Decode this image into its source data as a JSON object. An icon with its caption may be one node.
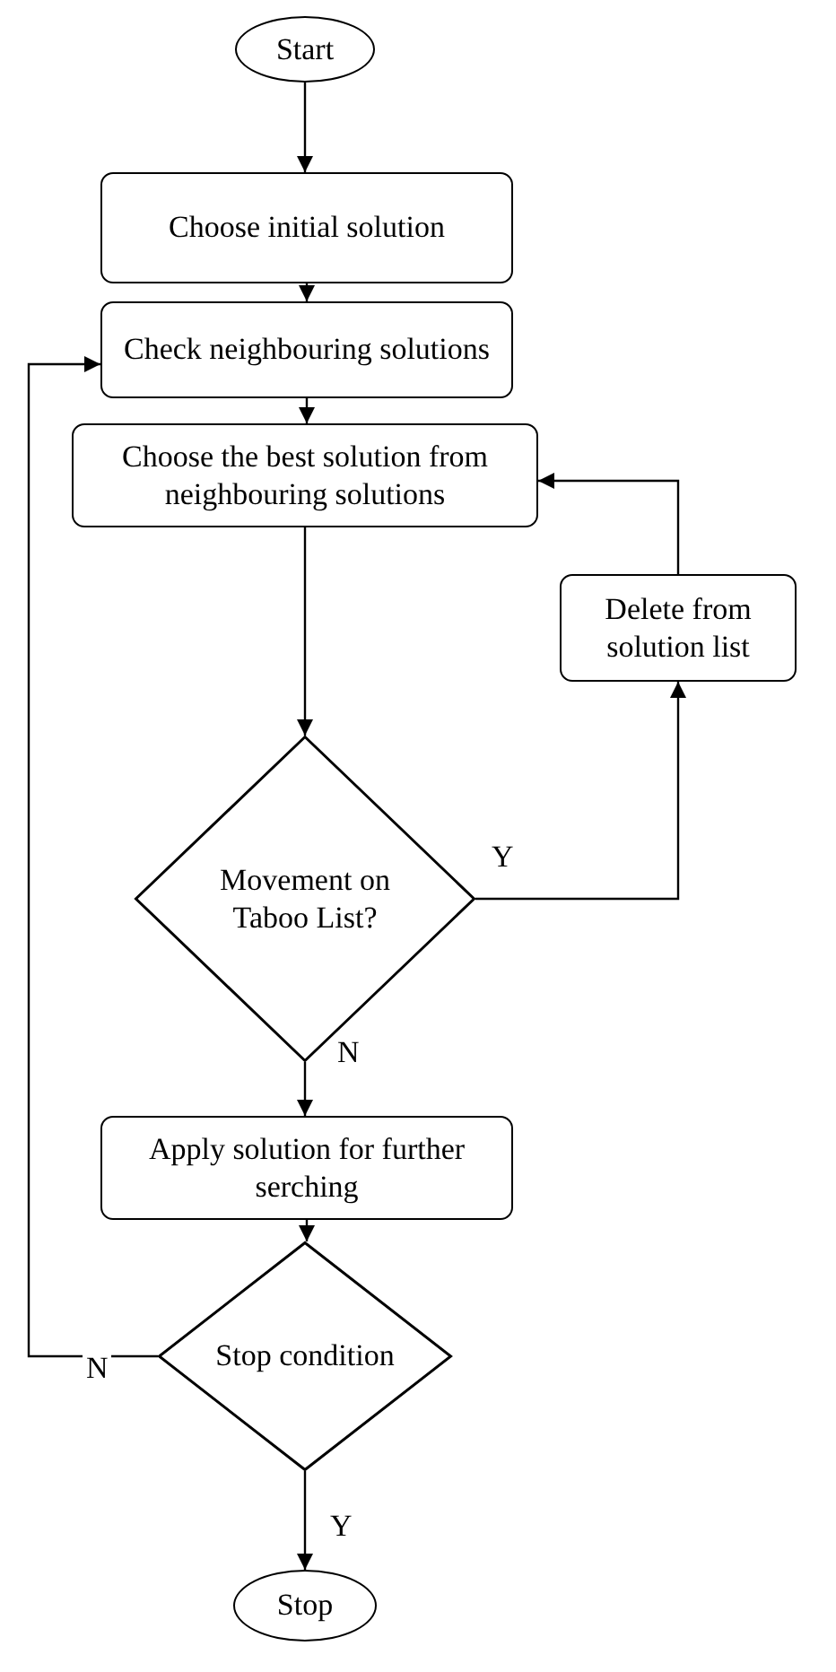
{
  "diagram": {
    "nodes": [
      {
        "text": [
          "Start"
        ]
      },
      {
        "text": [
          "Choose initial solution"
        ]
      },
      {
        "text": [
          "Check neighbouring solutions"
        ]
      },
      {
        "text": [
          "Choose the best solution from neighbouring solutions"
        ]
      },
      {
        "text": [
          "Delete from solution list"
        ]
      },
      {
        "text": [
          "Movement on Taboo List?"
        ]
      },
      {
        "text": [
          "Apply solution for further serching"
        ]
      },
      {
        "text": [
          "Stop condition"
        ]
      },
      {
        "text": [
          "Stop"
        ]
      }
    ],
    "edges": [
      {
        "from": 0,
        "to": 1,
        "arrow": "to"
      },
      {
        "from": 1,
        "to": 2,
        "arrow": "to"
      },
      {
        "from": 2,
        "to": 3,
        "arrow": "to"
      },
      {
        "from": 3,
        "to": 5,
        "arrow": "to"
      },
      {
        "from": 5,
        "to": 4,
        "arrow": "to",
        "label": "Y"
      },
      {
        "from": 4,
        "to": 3,
        "arrow": "to"
      },
      {
        "from": 5,
        "to": 6,
        "arrow": "to",
        "label": "N"
      },
      {
        "from": 6,
        "to": 7,
        "arrow": "to"
      },
      {
        "from": 7,
        "to": 2,
        "arrow": "to",
        "label": "N"
      },
      {
        "from": 7,
        "to": 8,
        "arrow": "to",
        "label": "Y"
      }
    ]
  }
}
